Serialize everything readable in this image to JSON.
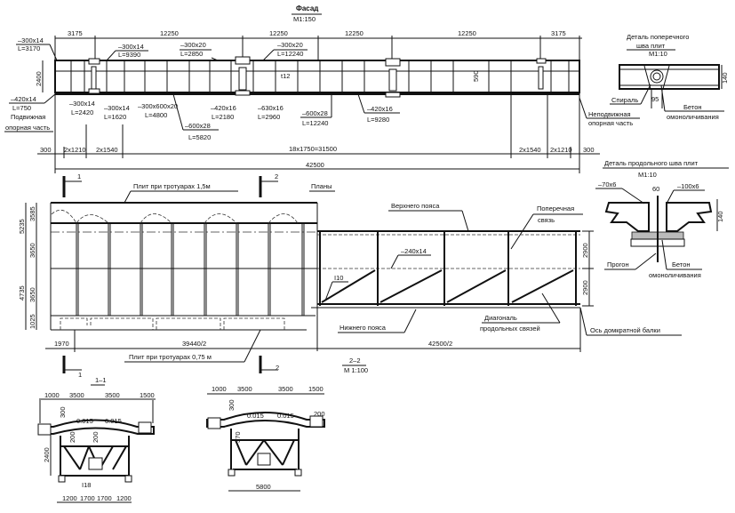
{
  "facade": {
    "title": "Фасад",
    "scale": "М1:150",
    "top_dims": [
      "3175",
      "12250",
      "12250",
      "12250",
      "12250",
      "3175"
    ],
    "height": "2400",
    "web_height": "590",
    "web": "t12",
    "top_labels": [
      [
        "–300x14",
        "L=3170"
      ],
      [
        "–300x14",
        "L=9390"
      ],
      [
        "–300x20",
        "L=2850"
      ],
      [
        "–300x20",
        "L=12240"
      ]
    ],
    "bottom_labels": [
      [
        "–420x14",
        "L=750"
      ],
      [
        "–300x14",
        "L=2420"
      ],
      [
        "–300x14",
        "L=1620"
      ],
      [
        "–300x600x20",
        "L=4800"
      ],
      [
        "–420x16",
        "L=2180"
      ],
      [
        "–630x16",
        "L=2960"
      ],
      [
        "–600x28",
        "L=5820"
      ],
      [
        "–600x28",
        "L=12240"
      ],
      [
        "–420x16",
        "L=9280"
      ]
    ],
    "movable_support": [
      "Подвижная",
      "опорная часть"
    ],
    "fixed_support": [
      "Неподвижная",
      "опорная часть"
    ],
    "bottom_dims": [
      "300",
      "2x1210",
      "2x1540",
      "18x1750=31500",
      "2x1540",
      "2x1210",
      "300"
    ],
    "total": "42500"
  },
  "detail_transverse": {
    "title": [
      "Деталь поперечного",
      "шва плит"
    ],
    "scale": "М1:10",
    "height": "140",
    "spiral": "Спираль",
    "gap": "95",
    "concrete": [
      "Бетон",
      "омоноличивания"
    ]
  },
  "detail_longitudinal": {
    "title": "Деталь продольного шва плит",
    "scale": "М1:10",
    "plate_left": "–70x6",
    "gap": "60",
    "plate_right": "–100x6",
    "height": "140",
    "purlin": "Прогон",
    "concrete": [
      "Бетон",
      "омоноличивания"
    ]
  },
  "plan": {
    "title": "Планы",
    "slab_top": "Плит при тротуарах 1,5м",
    "slab_bottom": "Плит при тротуарах 0,75 м",
    "upper_chord": "Верхнего пояса",
    "lower_chord": "Нижнего пояса",
    "cross_brace": [
      "Поперечная",
      "связь"
    ],
    "plate": "–240x14",
    "beam": "I10",
    "diagonal": [
      "Диагональ",
      "продольных связей"
    ],
    "jack_axis": "Ось домкратной балки",
    "left_dims": [
      "5235",
      "3585",
      "3650",
      "4735",
      "3650",
      "1025"
    ],
    "right_dims": [
      "2900",
      "2900"
    ],
    "bottom_dims": [
      "1970",
      "39440/2",
      "42500/2"
    ],
    "section_marks": [
      "1",
      "2",
      "1",
      "2"
    ]
  },
  "section_1": {
    "title": "1–1",
    "top_dims": [
      "1000",
      "3500",
      "3500",
      "1500"
    ],
    "slopes": [
      "0.015",
      "0.015"
    ],
    "height": "2400",
    "beam": "I18",
    "bottom_dims": [
      "1200",
      "1700",
      "1700",
      "1200"
    ],
    "small": [
      "300",
      "200",
      "200"
    ]
  },
  "section_2": {
    "title": "2–2",
    "scale": "М 1:100",
    "top_dims": [
      "1000",
      "3500",
      "3500",
      "1500"
    ],
    "slopes": [
      "0.015",
      "0.015"
    ],
    "small": [
      "300",
      "200",
      "370"
    ],
    "width": "5800"
  }
}
